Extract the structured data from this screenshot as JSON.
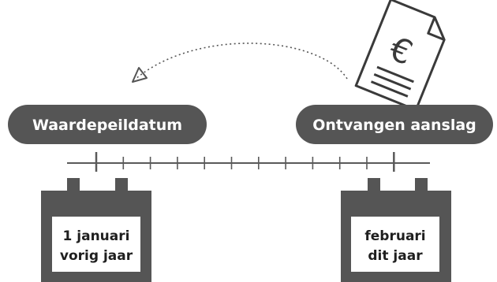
{
  "labels": {
    "left_pill": "Waardepeildatum",
    "right_pill": "Ontvangen aanslag"
  },
  "calendars": {
    "left": {
      "line1": "1 januari",
      "line2": "vorig jaar"
    },
    "right": {
      "line1": "februari",
      "line2": "dit jaar"
    }
  },
  "document_icon": {
    "symbol": "€",
    "icon": "tax-assessment-document-icon"
  },
  "colors": {
    "dark": "#555555",
    "line": "#5a5a5a",
    "background": "#ffffff"
  }
}
